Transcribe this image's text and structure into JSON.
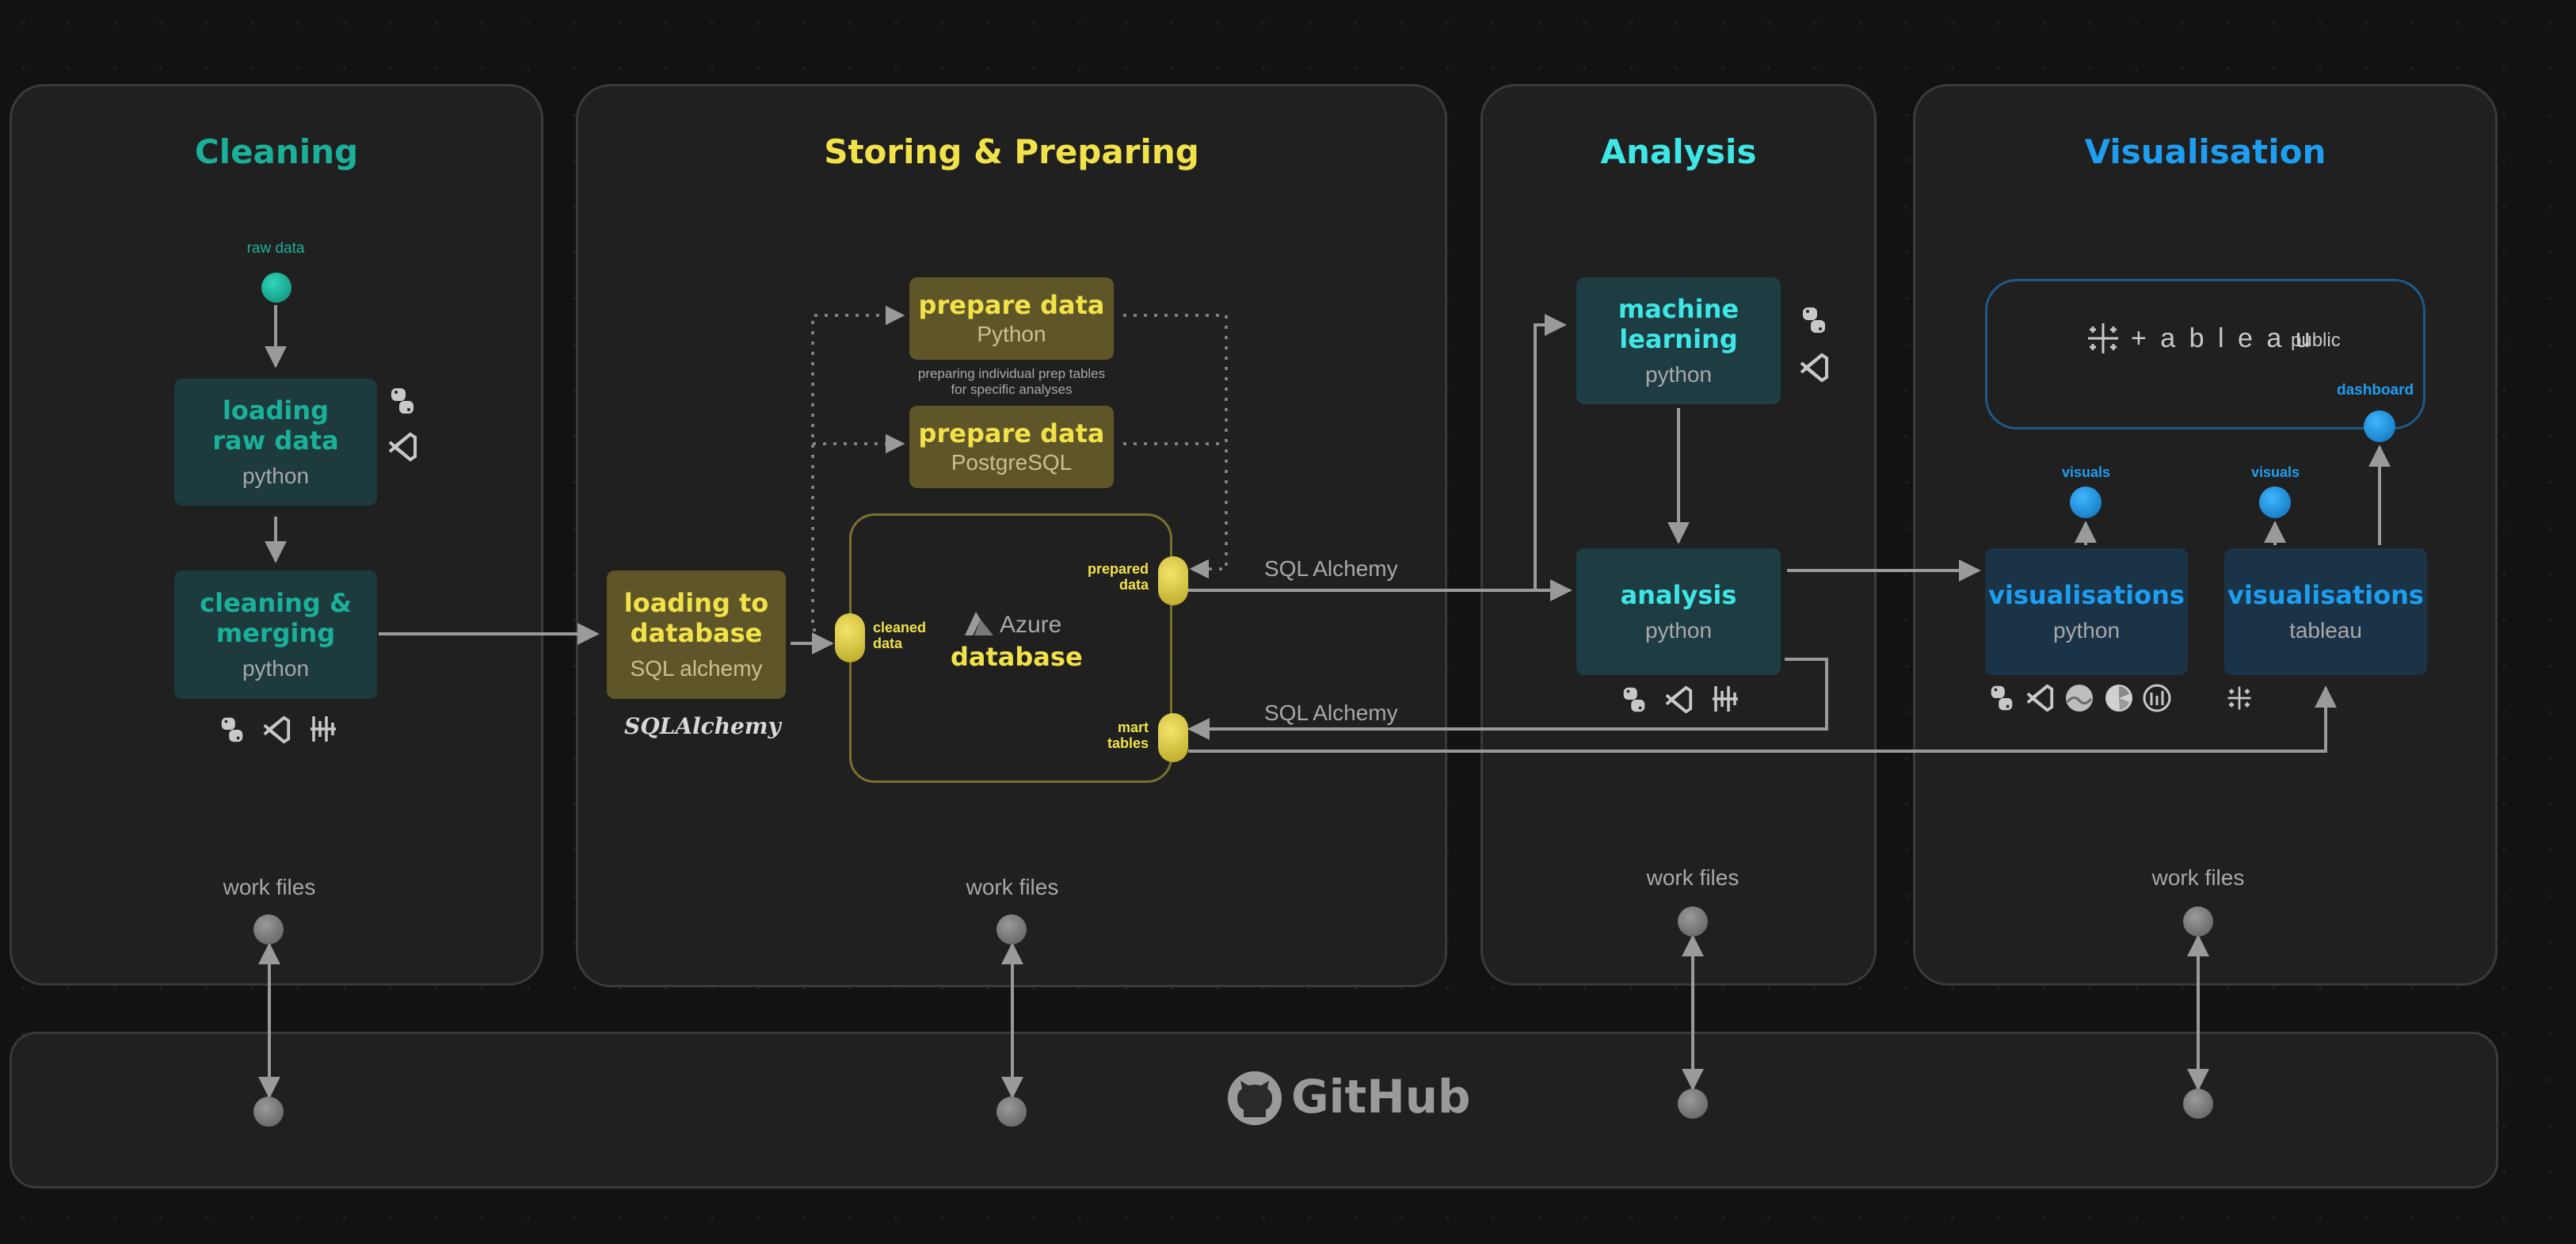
{
  "colors": {
    "cleaning": "#1ab09a",
    "storing": "#f2e24a",
    "analysis": "#3fe6e6",
    "visualisation": "#1e9ef0"
  },
  "panels": {
    "cleaning": {
      "title": "Cleaning",
      "work_files": "work files"
    },
    "storing": {
      "title": "Storing & Preparing",
      "work_files": "work files"
    },
    "analysis": {
      "title": "Analysis",
      "work_files": "work files"
    },
    "visualisation": {
      "title": "Visualisation",
      "work_files": "work files"
    }
  },
  "cleaning": {
    "raw_data_label": "raw data",
    "loading": {
      "title_1": "loading",
      "title_2": "raw data",
      "sub": "python"
    },
    "merging": {
      "title_1": "cleaning &",
      "title_2": "merging",
      "sub": "python"
    }
  },
  "storing": {
    "loading": {
      "title_1": "loading to",
      "title_2": "database",
      "sub": "SQL alchemy"
    },
    "sqlalchemy_logo": "SQLAlchemy",
    "prep_python": {
      "title": "prepare data",
      "sub": "Python"
    },
    "prep_note_1": "preparing individual prep tables",
    "prep_note_2": "for specific analyses",
    "prep_pg": {
      "title": "prepare data",
      "sub": "PostgreSQL"
    },
    "db": {
      "brand": "Azure",
      "title": "database"
    },
    "cleaned_1": "cleaned",
    "cleaned_2": "data",
    "prepared_1": "prepared",
    "prepared_2": "data",
    "mart_1": "mart",
    "mart_2": "tables"
  },
  "connectors": {
    "sql_alchemy_top": "SQL Alchemy",
    "sql_alchemy_bottom": "SQL Alchemy"
  },
  "analysis": {
    "ml": {
      "title_1": "machine",
      "title_2": "learning",
      "sub": "python"
    },
    "analysis": {
      "title": "analysis",
      "sub": "python"
    }
  },
  "visualisation": {
    "tableau_wordmark": "+ a b l e a u",
    "tableau_public": "public",
    "dashboard": "dashboard",
    "visuals_1": "visuals",
    "visuals_2": "visuals",
    "vis_python": {
      "title": "visualisations",
      "sub": "python"
    },
    "vis_tableau": {
      "title": "visualisations",
      "sub": "tableau"
    }
  },
  "github": {
    "label": "GitHub"
  },
  "icons": [
    "python-icon",
    "vscode-icon",
    "jupyter-icon",
    "tableau-icon",
    "seaborn-icon",
    "matplotlib-icon",
    "plotly-icon",
    "azure-icon",
    "github-icon"
  ]
}
